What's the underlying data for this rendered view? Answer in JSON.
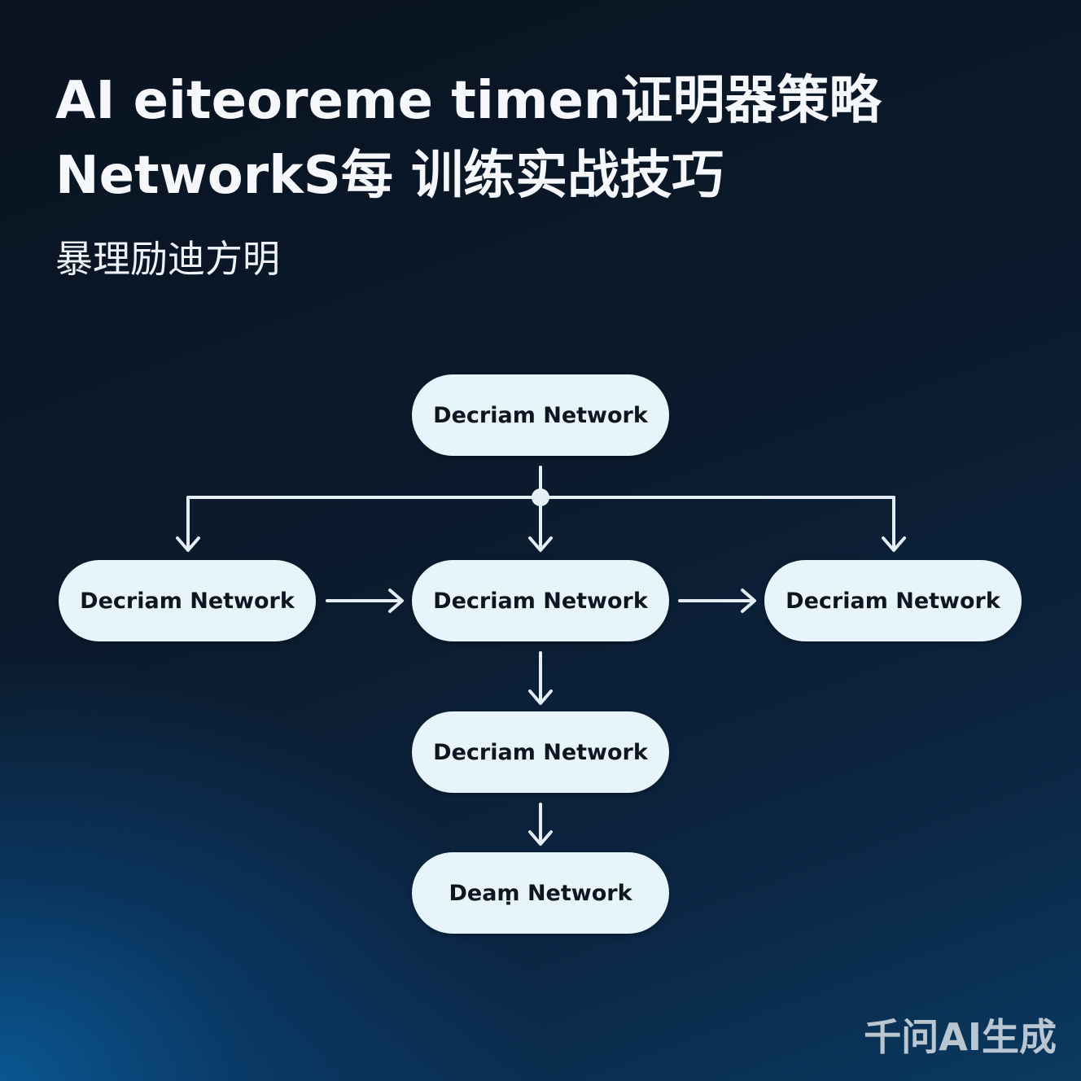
{
  "header": {
    "title_line1": "AI eiteoreme timen证明器策略",
    "title_line2": "NetworkS每 训练实战技巧",
    "subtitle": "暴理励迪方明"
  },
  "diagram": {
    "nodes": {
      "top": "Decriam Network",
      "left": "Decriam Network",
      "center": "Decriam Network",
      "right": "Decriam Network",
      "lower": "Decriam Network",
      "bottom": "Deaṃ Network"
    },
    "colors": {
      "node_fill": "#e8f4fb",
      "node_text": "#0e1622",
      "connector": "#e6eef5"
    }
  },
  "watermark": "千问AI生成"
}
